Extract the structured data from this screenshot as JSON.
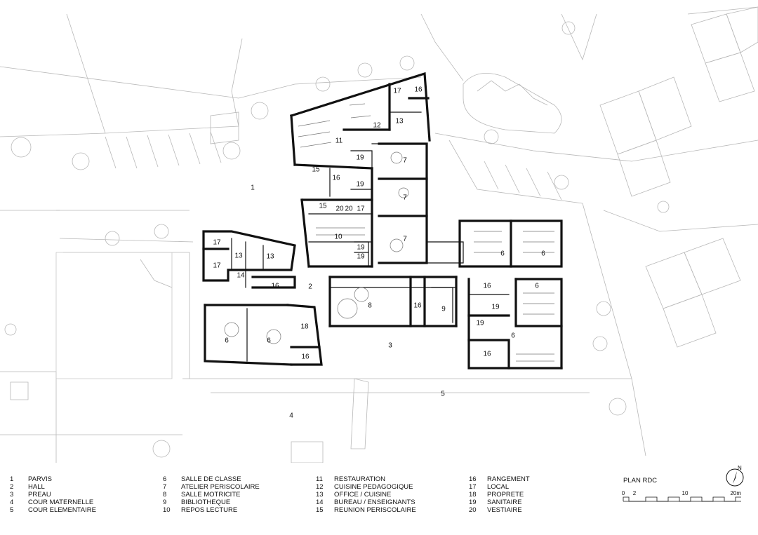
{
  "plan": {
    "room_labels": [
      "17",
      "16",
      "12",
      "13",
      "11",
      "15",
      "16",
      "19",
      "19",
      "7",
      "15",
      "20",
      "20",
      "17",
      "7",
      "10",
      "19",
      "19",
      "7",
      "17",
      "17",
      "13",
      "13",
      "14",
      "16",
      "6",
      "6",
      "8",
      "16",
      "9",
      "16",
      "19",
      "6",
      "19",
      "6",
      "16",
      "6",
      "6",
      "18",
      "16"
    ],
    "zone_labels": [
      "1",
      "2",
      "3",
      "4",
      "5"
    ]
  },
  "legend": {
    "items": [
      {
        "num": "1",
        "label": "PARVIS"
      },
      {
        "num": "2",
        "label": "HALL"
      },
      {
        "num": "3",
        "label": "PREAU"
      },
      {
        "num": "4",
        "label": "COUR MATERNELLE"
      },
      {
        "num": "5",
        "label": "COUR ELEMENTAIRE"
      },
      {
        "num": "6",
        "label": "SALLE DE CLASSE"
      },
      {
        "num": "7",
        "label": "ATELIER PERISCOLAIRE"
      },
      {
        "num": "8",
        "label": "SALLE MOTRICITE"
      },
      {
        "num": "9",
        "label": "BIBLIOTHEQUE"
      },
      {
        "num": "10",
        "label": "REPOS LECTURE"
      },
      {
        "num": "11",
        "label": "RESTAURATION"
      },
      {
        "num": "12",
        "label": "CUISINE PEDAGOGIQUE"
      },
      {
        "num": "13",
        "label": "OFFICE / CUISINE"
      },
      {
        "num": "14",
        "label": "BUREAU / ENSEIGNANTS"
      },
      {
        "num": "15",
        "label": "REUNION PERISCOLAIRE"
      },
      {
        "num": "16",
        "label": "RANGEMENT"
      },
      {
        "num": "17",
        "label": "LOCAL"
      },
      {
        "num": "18",
        "label": "PROPRETE"
      },
      {
        "num": "19",
        "label": "SANITAIRE"
      },
      {
        "num": "20",
        "label": "VESTIAIRE"
      }
    ]
  },
  "title": "PLAN RDC",
  "scale": {
    "ticks": [
      "0",
      "2",
      "10",
      "20m"
    ]
  },
  "north_label": "N"
}
